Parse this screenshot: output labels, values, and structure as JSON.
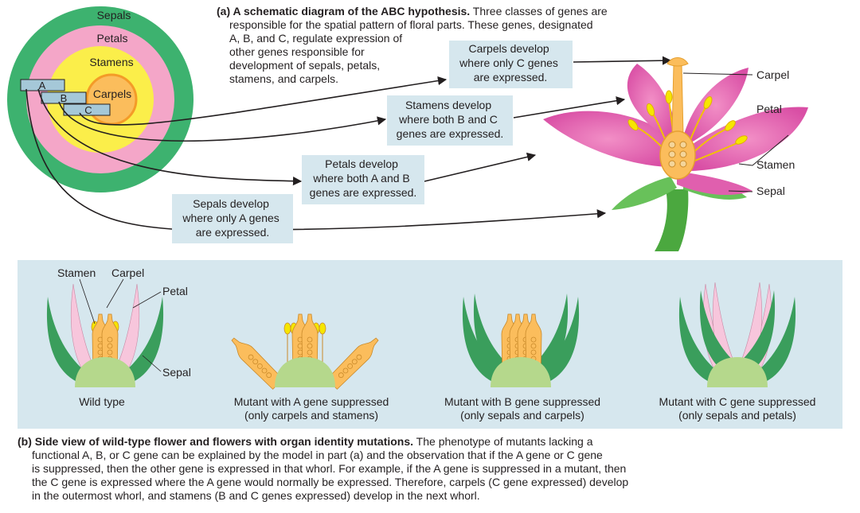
{
  "part_a": {
    "caption_label": "(a) A schematic diagram of the ABC hypothesis.",
    "caption_lines": [
      " Three classes of genes are",
      "responsible for the spatial pattern of floral parts. These genes, designated",
      "A, B, and C, regulate expression of",
      "other genes responsible for",
      "development of sepals, petals,",
      "stamens, and carpels."
    ],
    "whorl_labels": {
      "sepals": "Sepals",
      "petals": "Petals",
      "stamens": "Stamens",
      "carpels": "Carpels"
    },
    "gene_bars": {
      "a": "A",
      "b": "B",
      "c": "C"
    },
    "callouts": {
      "carpels": [
        "Carpels develop",
        "where only C genes",
        "are expressed."
      ],
      "stamens": [
        "Stamens develop",
        "where both B and C",
        "genes are expressed."
      ],
      "petals": [
        "Petals develop",
        "where both A and B",
        "genes are expressed."
      ],
      "sepals": [
        "Sepals develop",
        "where only A genes",
        "are expressed."
      ]
    },
    "flower_labels": {
      "carpel": "Carpel",
      "petal": "Petal",
      "stamen": "Stamen",
      "sepal": "Sepal"
    },
    "colors": {
      "sepals": "#3db26f",
      "petals": "#f4a6c8",
      "stamens": "#fbee4a",
      "carpels": "#fbbd5c",
      "gene_bar": "#a5c8d8",
      "callout_box": "#d6e7ee"
    }
  },
  "part_b": {
    "labels": {
      "stamen": "Stamen",
      "carpel": "Carpel",
      "petal": "Petal",
      "sepal": "Sepal"
    },
    "flowers": [
      {
        "name": "Wild type",
        "detail": ""
      },
      {
        "name": "Mutant with A gene suppressed",
        "detail": "(only carpels and stamens)"
      },
      {
        "name": "Mutant with B gene suppressed",
        "detail": "(only sepals and carpels)"
      },
      {
        "name": "Mutant with C gene suppressed",
        "detail": "(only sepals and petals)"
      }
    ],
    "caption_label": "(b) Side view of wild-type flower and flowers with organ identity mutations.",
    "caption_lines": [
      " The phenotype of mutants lacking a",
      "functional A, B, or C gene can be explained by the model in part (a) and the observation that if the A gene or C gene",
      "is suppressed, then the other gene is expressed in that whorl. For example, if the A gene is suppressed in a mutant, then",
      "the C gene is expressed where the A gene would normally be expressed. Therefore, carpels (C gene expressed) develop",
      "in the outermost whorl, and stamens (B and C genes expressed) develop in the next whorl."
    ],
    "colors": {
      "panel": "#d6e7ee",
      "sepal": "#3a9e5c",
      "petal": "#f7c6dc",
      "carpel": "#fbbd5c",
      "anther": "#f6e600",
      "receptacle": "#b5d88c"
    }
  }
}
